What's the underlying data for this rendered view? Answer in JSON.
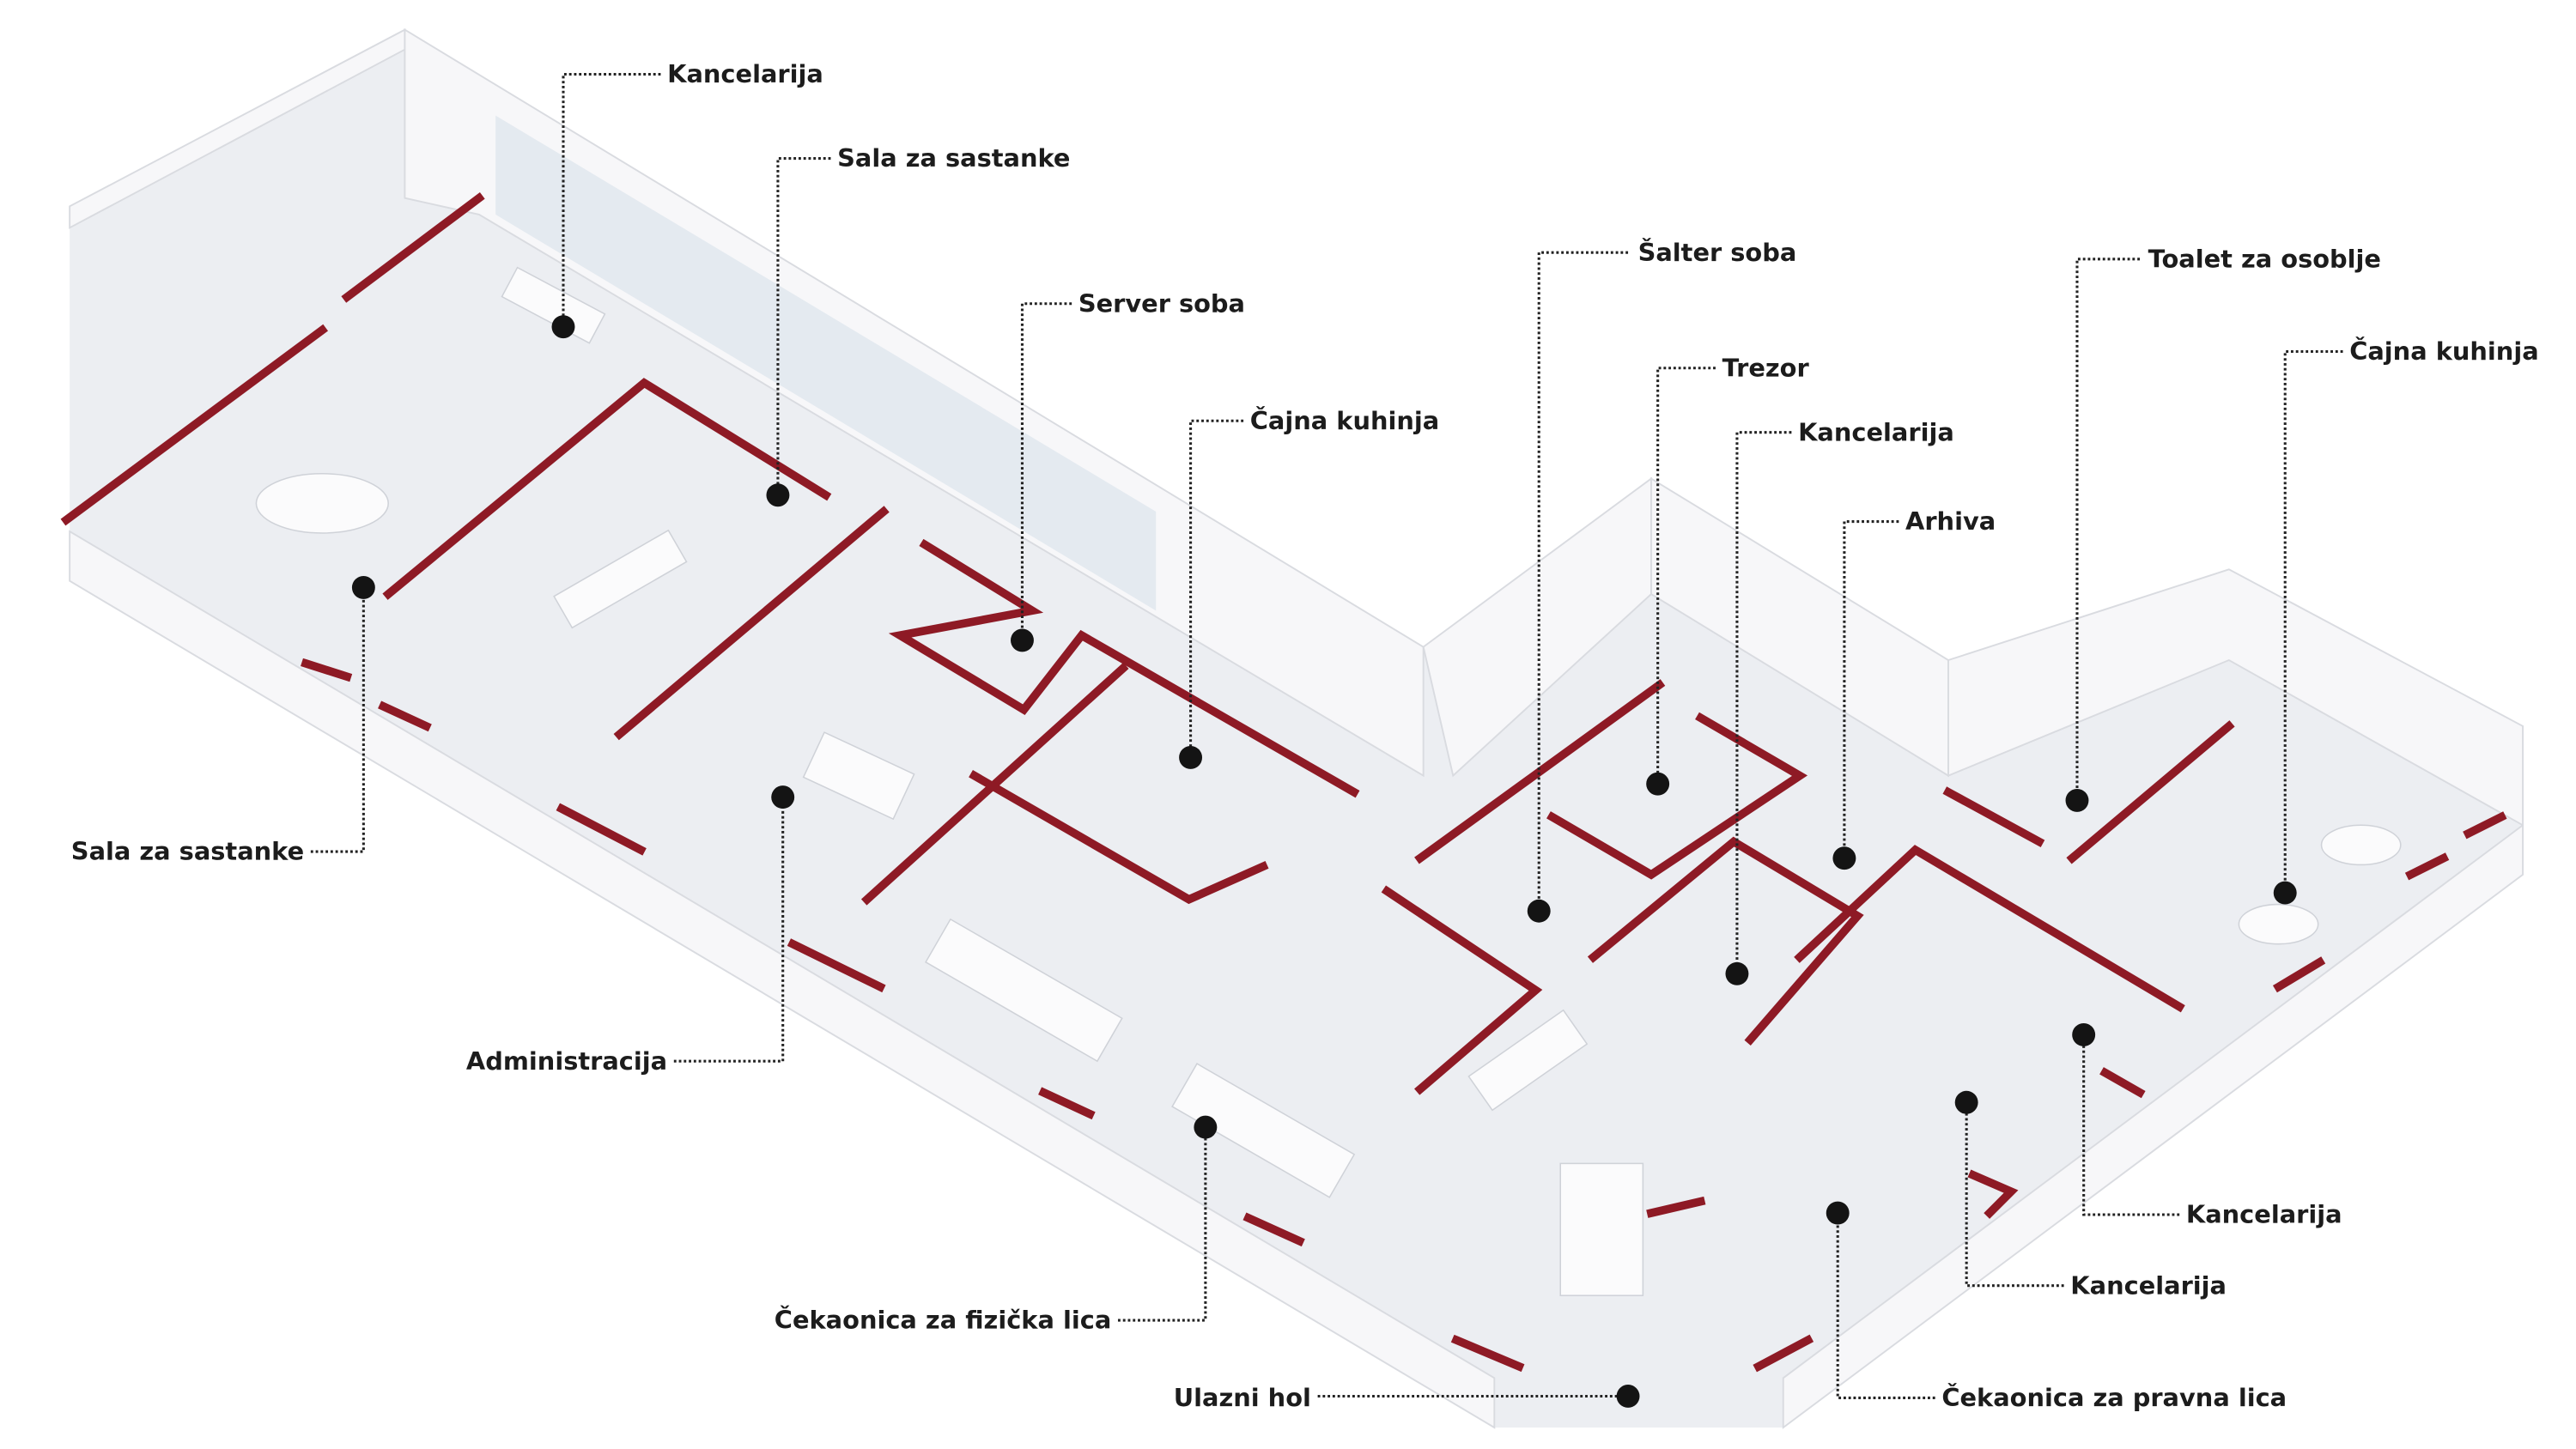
{
  "diagram": {
    "type": "isometric-floor-plan",
    "accent_color": "#8e1a25",
    "dot_color": "#141414",
    "labels": [
      {
        "id": "kancelarija-1",
        "text": "Kancelarija"
      },
      {
        "id": "sala-za-sastanke-1",
        "text": "Sala za sastanke"
      },
      {
        "id": "server-soba",
        "text": "Server soba"
      },
      {
        "id": "cajna-kuhinja-1",
        "text": "Čajna kuhinja"
      },
      {
        "id": "salter-soba",
        "text": "Šalter soba"
      },
      {
        "id": "trezor",
        "text": "Trezor"
      },
      {
        "id": "kancelarija-2",
        "text": "Kancelarija"
      },
      {
        "id": "arhiva",
        "text": "Arhiva"
      },
      {
        "id": "toalet-za-osoblje",
        "text": "Toalet za osoblje"
      },
      {
        "id": "cajna-kuhinja-2",
        "text": "Čajna kuhinja"
      },
      {
        "id": "sala-za-sastanke-2",
        "text": "Sala za sastanke"
      },
      {
        "id": "administracija",
        "text": "Administracija"
      },
      {
        "id": "cekaonica-fizicka-lica",
        "text": "Čekaonica za fizička lica"
      },
      {
        "id": "ulazni-hol",
        "text": "Ulazni hol"
      },
      {
        "id": "cekaonica-pravna-lica",
        "text": "Čekaonica za pravna lica"
      },
      {
        "id": "kancelarija-3",
        "text": "Kancelarija"
      },
      {
        "id": "kancelarija-4",
        "text": "Kancelarija"
      }
    ]
  }
}
